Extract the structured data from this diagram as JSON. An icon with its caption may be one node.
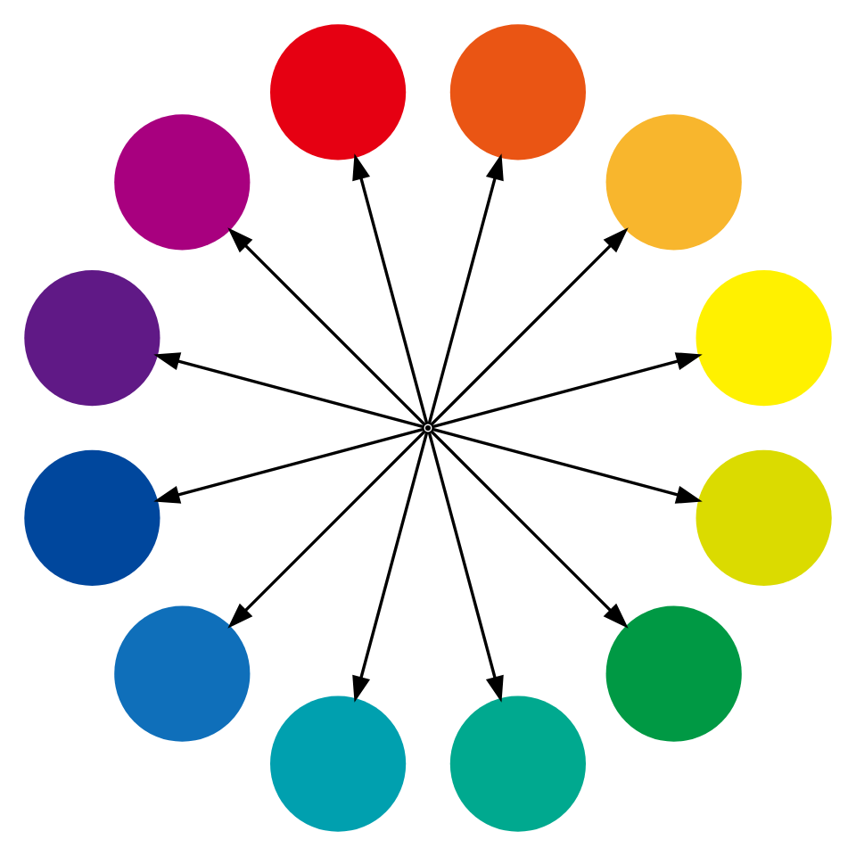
{
  "diagram": {
    "nodes": [
      {
        "text": [],
        "shape": "circle"
      },
      {
        "text": [],
        "shape": "circle"
      },
      {
        "text": [],
        "shape": "circle"
      },
      {
        "text": [],
        "shape": "circle"
      },
      {
        "text": [],
        "shape": "circle"
      },
      {
        "text": [],
        "shape": "circle"
      },
      {
        "text": [],
        "shape": "circle"
      },
      {
        "text": [],
        "shape": "circle"
      },
      {
        "text": [],
        "shape": "circle"
      },
      {
        "text": [],
        "shape": "circle"
      },
      {
        "text": [],
        "shape": "circle"
      },
      {
        "text": [],
        "shape": "circle"
      },
      {
        "text": [],
        "shape": "point"
      }
    ],
    "edges": [
      {
        "from": 12,
        "to": 6,
        "arrow": "to"
      },
      {
        "from": 12,
        "to": 4,
        "arrow": "to"
      },
      {
        "from": 12,
        "to": 2,
        "arrow": "to"
      },
      {
        "from": 12,
        "to": 0,
        "arrow": "to"
      },
      {
        "from": 12,
        "to": 1,
        "arrow": "to"
      },
      {
        "from": 12,
        "to": 3,
        "arrow": "to"
      },
      {
        "from": 12,
        "to": 5,
        "arrow": "to"
      },
      {
        "from": 12,
        "to": 7,
        "arrow": "to"
      },
      {
        "from": 12,
        "to": 9,
        "arrow": "to"
      },
      {
        "from": 12,
        "to": 11,
        "arrow": "to"
      },
      {
        "from": 12,
        "to": 10,
        "arrow": "to"
      },
      {
        "from": 12,
        "to": 8,
        "arrow": "to"
      }
    ]
  }
}
